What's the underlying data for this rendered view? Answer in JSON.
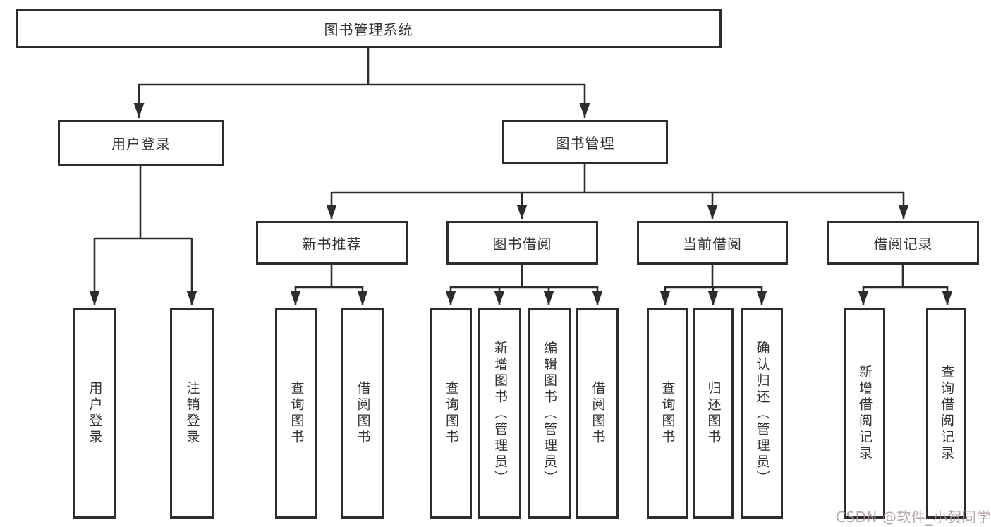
{
  "diagram": {
    "title": "图书管理系统",
    "level2": {
      "login": "用户登录",
      "management": "图书管理"
    },
    "level3": {
      "new_book": "新书推荐",
      "book_borrow": "图书借阅",
      "current_borrow": "当前借阅",
      "borrow_records": "借阅记录"
    },
    "leaves": {
      "login": [
        "用户登录",
        "注销登录"
      ],
      "new_book": [
        "查询图书",
        "借阅图书"
      ],
      "book_borrow": [
        "查询图书",
        "新增图书（管理员）",
        "编辑图书（管理员）",
        "借阅图书"
      ],
      "current_borrow": [
        "查询图书",
        "归还图书",
        "确认归还（管理员）"
      ],
      "borrow_records": [
        "新增借阅记录",
        "查询借阅记录"
      ]
    },
    "colors": {
      "line": "#2d2d2d",
      "text": "#333333",
      "background": "#ffffff",
      "watermark": "#ac9696"
    },
    "watermark": "CSDN @软件_小贺同学"
  }
}
